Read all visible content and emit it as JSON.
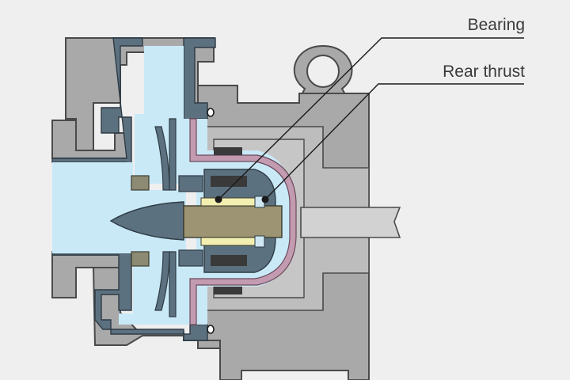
{
  "callouts": [
    {
      "id": "bearing",
      "label": "Bearing"
    },
    {
      "id": "rear_thrust",
      "label": "Rear thrust"
    }
  ],
  "colors": {
    "background": "#efefef",
    "casing": "#a9a9a9",
    "casing_light": "#bdbdbd",
    "liner": "#5c7180",
    "fluid": "#c9e9f7",
    "impeller": "#5c7180",
    "shaft": "#9c9472",
    "bearing": "#f3efb0",
    "magnet": "#3a3a3a",
    "can": "#c39bb0",
    "leader": "#1a1a1a"
  }
}
